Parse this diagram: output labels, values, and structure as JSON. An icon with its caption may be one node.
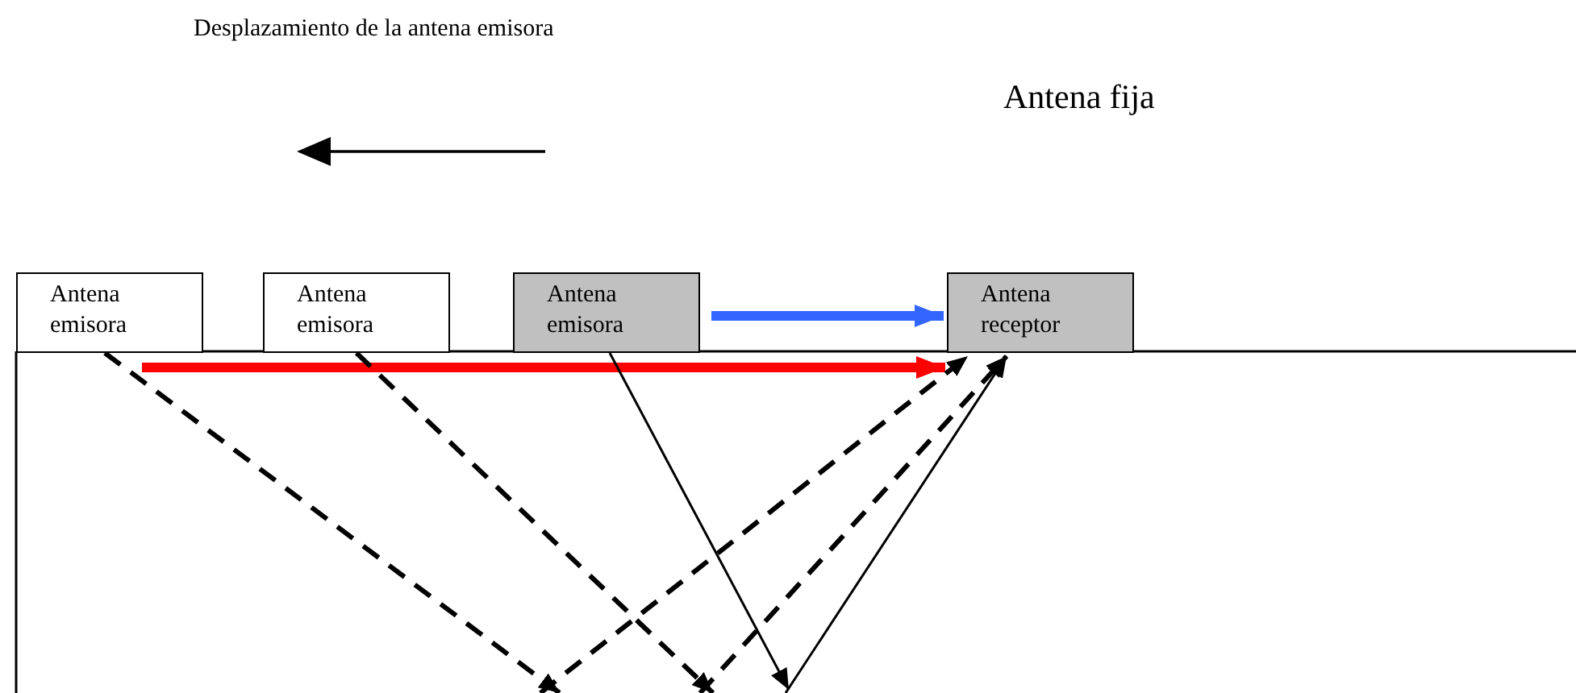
{
  "diagram": {
    "nodes": [
      {
        "text": [
          "Antena emisora"
        ]
      },
      {
        "text": [
          "Antena emisora"
        ]
      },
      {
        "text": [
          "Antena emisora"
        ]
      },
      {
        "text": [
          "Antena receptor"
        ]
      }
    ],
    "edges": [
      {
        "from": 0,
        "to": 3,
        "arrow": "to",
        "style": "thick",
        "color": "#ff0000"
      },
      {
        "from": 2,
        "to": 3,
        "arrow": "to",
        "style": "thick",
        "color": "#3366ff"
      },
      {
        "from": 0,
        "to": null,
        "arrow": "to",
        "style": "dashed"
      },
      {
        "from": 1,
        "to": null,
        "arrow": "to",
        "style": "dashed"
      },
      {
        "from": 2,
        "to": null,
        "arrow": "to"
      },
      {
        "from": null,
        "to": 3,
        "arrow": "to",
        "style": "dashed"
      },
      {
        "from": null,
        "to": 3,
        "arrow": "to",
        "style": "dashed"
      },
      {
        "from": null,
        "to": 3,
        "arrow": "to"
      }
    ],
    "labels": [
      "Desplazamiento de la antena emisora",
      "Antena fija"
    ]
  }
}
